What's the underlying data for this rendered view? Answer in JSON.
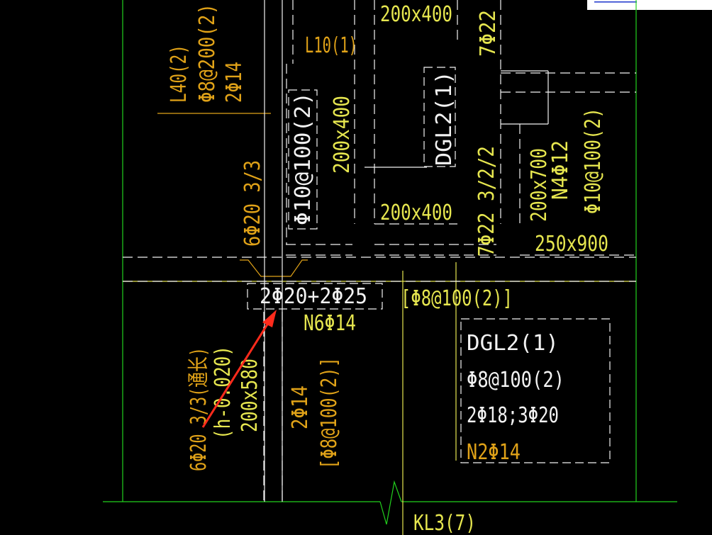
{
  "colors": {
    "background": "#000000",
    "green": "#22d11d",
    "yellow": "#e6e64f",
    "orange": "#e0a218",
    "white": "#f2f2f2",
    "red": "#ff2b1c"
  },
  "labels": {
    "top_size_1": "200x400",
    "top_rebar_7p22": "7Φ22",
    "l10": "L10(1)",
    "l40": "L40(2)",
    "l40_stirrup": "Φ8@200(2)",
    "l40_rebar": "2Φ14",
    "stirrup_phi10_100": "Φ10@100(2)",
    "size_200x400_vert": "200x400",
    "dgl2_top": "DGL2(1)",
    "rebar_7p22_322": "7Φ22 3/2/2",
    "size_200x400_mid": "200x400",
    "size_200x700": "200x700",
    "n4": "N4Φ12",
    "stirrup_right": "Φ10@100(2)",
    "size_250x900": "250x900",
    "rebar_6p20_33_top": "6Φ20 3/3",
    "rebar_2p20_2p25": "2Φ20+2Φ25",
    "stirrup_phi8_100_h": "[Φ8@100(2)]",
    "n6": "N6Φ14",
    "dgl2_box_title": "DGL2(1)",
    "dgl2_box_stirrup": "Φ8@100(2)",
    "dgl2_box_rebar": "2Φ18;3Φ20",
    "dgl2_box_n2": "N2Φ14",
    "rebar_left_vert": "6Φ20 3/3(通长)",
    "elev": "(h-0.020)",
    "size_200x580": "200x580",
    "rebar_2p14": "2Φ14",
    "stirrup_phi8_100_v": "[Φ8@100(2)]",
    "kl3": "KL3(7)"
  }
}
